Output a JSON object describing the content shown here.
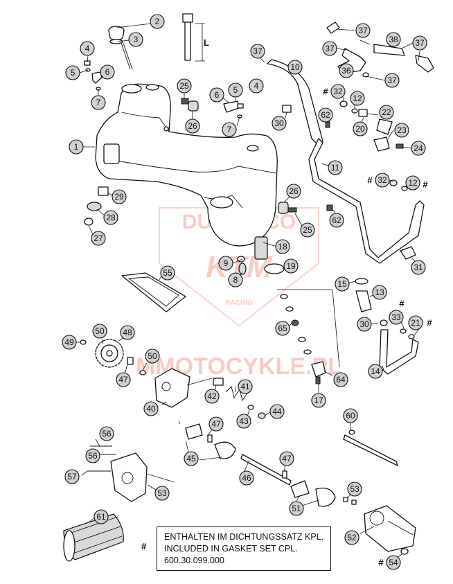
{
  "watermark": {
    "line1": "DUCATI.CO",
    "logo": "KTM",
    "line2": "RACING",
    "site": "MMOTOCYKLE.PL"
  },
  "dimension_label": "L",
  "legend": {
    "marker": "#",
    "line1": "ENTHALTEN IM DICHTUNGSSATZ KPL.",
    "line2": "INCLUDED IN GASKET SET CPL.",
    "line3": "600.30.099.000"
  },
  "callouts": [
    {
      "id": "c2",
      "label": "2"
    },
    {
      "id": "c3",
      "label": "3"
    },
    {
      "id": "c4a",
      "label": "4"
    },
    {
      "id": "c5a",
      "label": "5"
    },
    {
      "id": "c6a",
      "label": "6"
    },
    {
      "id": "c7a",
      "label": "7"
    },
    {
      "id": "c1",
      "label": "1"
    },
    {
      "id": "c25a",
      "label": "25"
    },
    {
      "id": "c26a",
      "label": "26"
    },
    {
      "id": "c37a",
      "label": "37"
    },
    {
      "id": "c10",
      "label": "10"
    },
    {
      "id": "c6b",
      "label": "6"
    },
    {
      "id": "c5b",
      "label": "5"
    },
    {
      "id": "c4b",
      "label": "4"
    },
    {
      "id": "c7b",
      "label": "7"
    },
    {
      "id": "c30a",
      "label": "30"
    },
    {
      "id": "c37b",
      "label": "37"
    },
    {
      "id": "c38",
      "label": "38"
    },
    {
      "id": "c37c",
      "label": "37"
    },
    {
      "id": "c37d",
      "label": "37"
    },
    {
      "id": "c36",
      "label": "36"
    },
    {
      "id": "c37e",
      "label": "37"
    },
    {
      "id": "c32a",
      "label": "32"
    },
    {
      "id": "c12a",
      "label": "12"
    },
    {
      "id": "c62a",
      "label": "62"
    },
    {
      "id": "c22",
      "label": "22"
    },
    {
      "id": "c20",
      "label": "20"
    },
    {
      "id": "c23",
      "label": "23"
    },
    {
      "id": "c24",
      "label": "24"
    },
    {
      "id": "c11",
      "label": "11"
    },
    {
      "id": "c32b",
      "label": "32"
    },
    {
      "id": "c12b",
      "label": "12"
    },
    {
      "id": "c29",
      "label": "29"
    },
    {
      "id": "c28",
      "label": "28"
    },
    {
      "id": "c27",
      "label": "27"
    },
    {
      "id": "c26b",
      "label": "26"
    },
    {
      "id": "c25b",
      "label": "25"
    },
    {
      "id": "c62b",
      "label": "62"
    },
    {
      "id": "c18",
      "label": "18"
    },
    {
      "id": "c9",
      "label": "9"
    },
    {
      "id": "c8",
      "label": "8"
    },
    {
      "id": "c19",
      "label": "19"
    },
    {
      "id": "c31",
      "label": "31"
    },
    {
      "id": "c55",
      "label": "55"
    },
    {
      "id": "c15",
      "label": "15"
    },
    {
      "id": "c13",
      "label": "13"
    },
    {
      "id": "c65",
      "label": "65"
    },
    {
      "id": "c33",
      "label": "33"
    },
    {
      "id": "c21",
      "label": "21"
    },
    {
      "id": "c30b",
      "label": "30"
    },
    {
      "id": "c50a",
      "label": "50"
    },
    {
      "id": "c48",
      "label": "48"
    },
    {
      "id": "c49",
      "label": "49"
    },
    {
      "id": "c50b",
      "label": "50"
    },
    {
      "id": "c47a",
      "label": "47"
    },
    {
      "id": "c64",
      "label": "64"
    },
    {
      "id": "c14",
      "label": "14"
    },
    {
      "id": "c41",
      "label": "41"
    },
    {
      "id": "c42",
      "label": "42"
    },
    {
      "id": "c17",
      "label": "17"
    },
    {
      "id": "c40",
      "label": "40"
    },
    {
      "id": "c43",
      "label": "43"
    },
    {
      "id": "c44",
      "label": "44"
    },
    {
      "id": "c60",
      "label": "60"
    },
    {
      "id": "c47b",
      "label": "47"
    },
    {
      "id": "c56a",
      "label": "56"
    },
    {
      "id": "c56b",
      "label": "56"
    },
    {
      "id": "c45",
      "label": "45"
    },
    {
      "id": "c47c",
      "label": "47"
    },
    {
      "id": "c46",
      "label": "46"
    },
    {
      "id": "c57",
      "label": "57"
    },
    {
      "id": "c53a",
      "label": "53"
    },
    {
      "id": "c53b",
      "label": "53"
    },
    {
      "id": "c51",
      "label": "51"
    },
    {
      "id": "c61",
      "label": "61"
    },
    {
      "id": "c52",
      "label": "52"
    },
    {
      "id": "c54",
      "label": "54"
    }
  ],
  "hash_marks": [
    {
      "id": "h32a",
      "label": "#"
    },
    {
      "id": "h32b",
      "label": "#"
    },
    {
      "id": "h12b",
      "label": "#"
    },
    {
      "id": "h33",
      "label": "#"
    },
    {
      "id": "h21",
      "label": "#"
    },
    {
      "id": "h54",
      "label": "#"
    }
  ]
}
